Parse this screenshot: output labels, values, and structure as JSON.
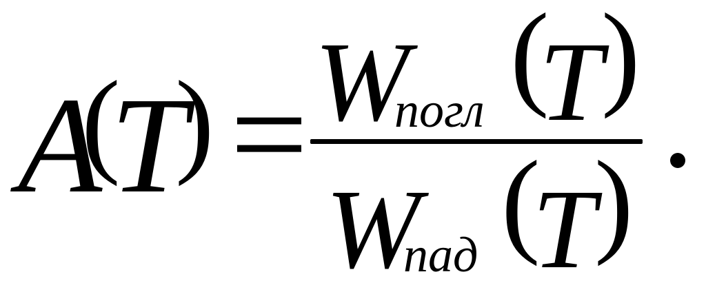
{
  "formula": {
    "lhs_function": "A",
    "lhs_open_paren": "(",
    "lhs_argument": "T",
    "lhs_close_paren": ")",
    "equals": "=",
    "numerator": {
      "symbol": "W",
      "subscript": "погл",
      "open_paren": "(",
      "argument": "T",
      "close_paren": ")"
    },
    "denominator": {
      "symbol": "W",
      "subscript": "пад",
      "open_paren": "(",
      "argument": "T",
      "close_paren": ")"
    },
    "terminal_punctuation": "."
  }
}
